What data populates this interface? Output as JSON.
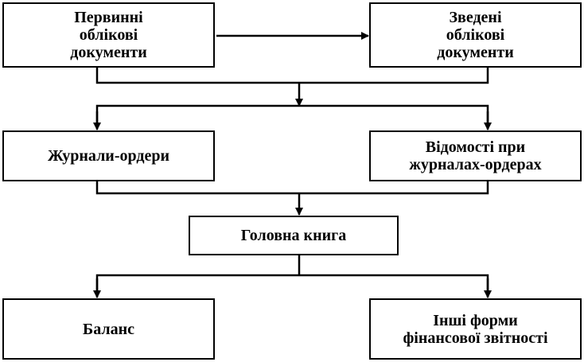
{
  "boxes": {
    "primary_docs": "Первинні\nоблікові\nдокументи",
    "summary_docs": "Зведені\nоблікові\nдокументи",
    "journal_orders": "Журнали-ордери",
    "journal_statements": "Відомості при\nжурналах-ордерах",
    "general_ledger": "Головна книга",
    "balance": "Баланс",
    "other_reports": "Інші форми\nфінансової звітності"
  },
  "colors": {
    "line": "#000000",
    "box_fill": "#ffffff"
  }
}
